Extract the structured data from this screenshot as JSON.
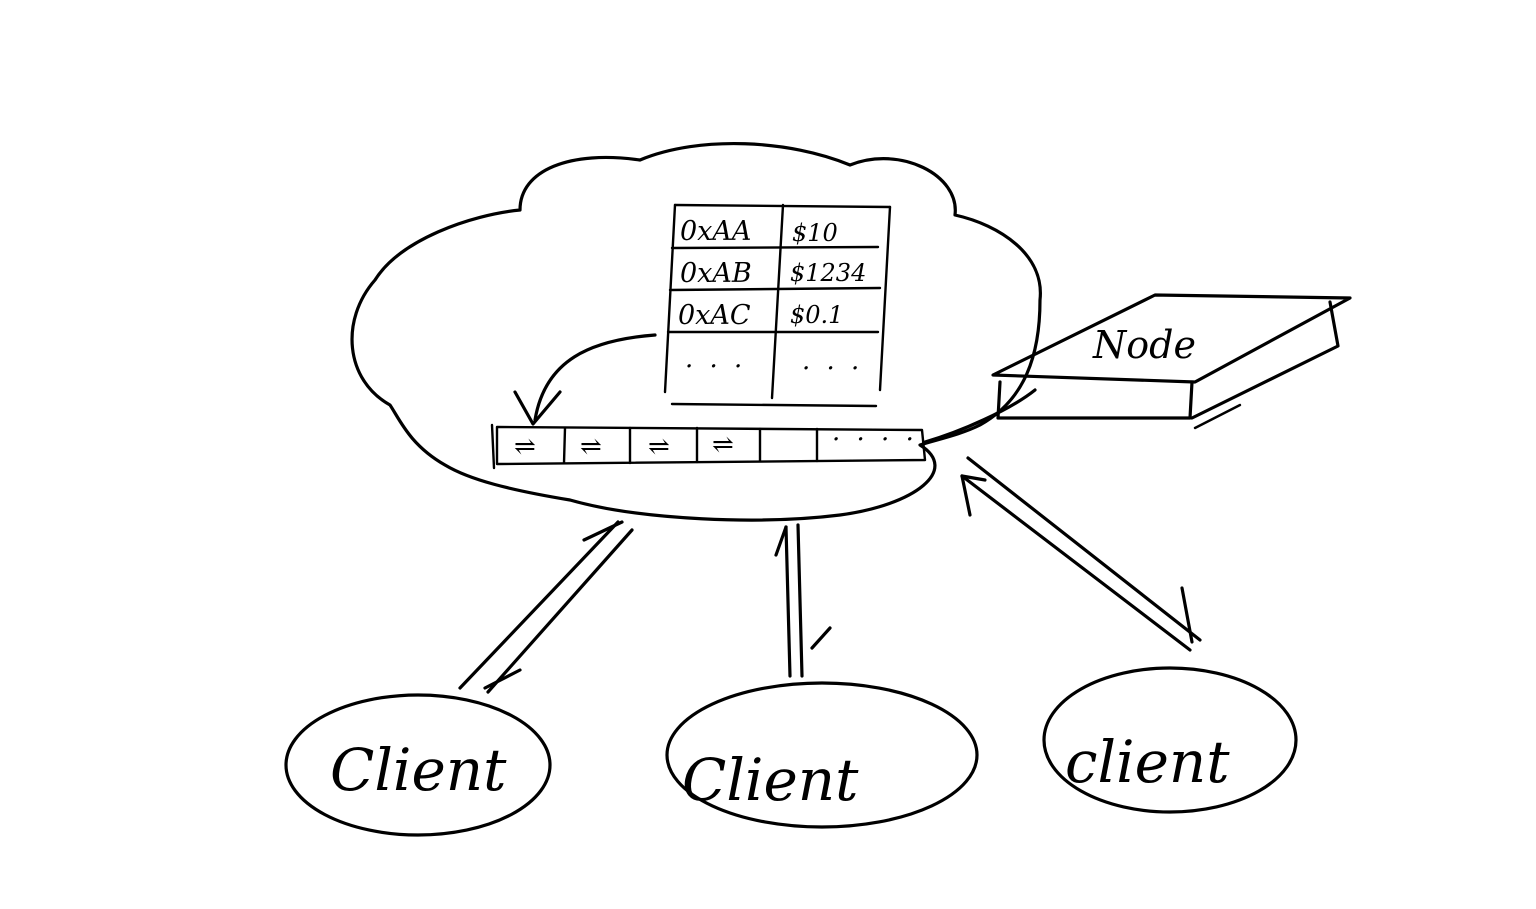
{
  "diagram": {
    "ledger_table": {
      "rows": [
        {
          "address": "0xAA",
          "amount": "$10"
        },
        {
          "address": "0xAB",
          "amount": "$1234"
        },
        {
          "address": "0xAC",
          "amount": "$0.1"
        },
        {
          "address": "· · ·",
          "amount": "· · ·"
        }
      ]
    },
    "tx_queue": {
      "tx_symbol": "⇌",
      "overflow": "· · · ·"
    },
    "node": {
      "label": "Node"
    },
    "clients": [
      {
        "label": "Client"
      },
      {
        "label": "Client"
      },
      {
        "label": "client"
      }
    ]
  },
  "colors": {
    "ink": "#000000",
    "background": "#ffffff"
  }
}
